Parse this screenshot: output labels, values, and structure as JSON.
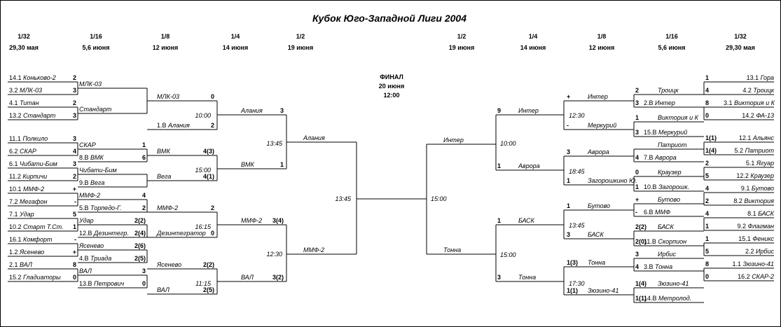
{
  "title": "Кубок Юго-Западной Лиги 2004",
  "round_headers": {
    "left": [
      {
        "round": "1/32",
        "date": "29,30 мая"
      },
      {
        "round": "1/16",
        "date": "5,6 июня"
      },
      {
        "round": "1/8",
        "date": "12 июня"
      },
      {
        "round": "1/4",
        "date": "14 июня"
      },
      {
        "round": "1/2",
        "date": "19 июня"
      }
    ],
    "right": [
      {
        "round": "1/2",
        "date": "19 июня"
      },
      {
        "round": "1/4",
        "date": "14 июня"
      },
      {
        "round": "1/8",
        "date": "12 июня"
      },
      {
        "round": "1/16",
        "date": "5,6 июня"
      },
      {
        "round": "1/32",
        "date": "29,30 мая"
      }
    ]
  },
  "final": {
    "label": "ФИНАЛ",
    "date": "20 июня",
    "time": "12:00"
  },
  "left": {
    "r32": [
      {
        "prefix": "14.1",
        "team": "Коньково-2",
        "score": "2"
      },
      {
        "prefix": "3.2",
        "team": "МЛК-03",
        "score": "3"
      },
      {
        "prefix": "4.1",
        "team": "Титан",
        "score": "2"
      },
      {
        "prefix": "13.2",
        "team": "Стандарт",
        "score": "3"
      },
      {
        "prefix": "11.1",
        "team": "Полкило",
        "score": "3"
      },
      {
        "prefix": "6.2",
        "team": "СКАР",
        "score": "4"
      },
      {
        "prefix": "6.1",
        "team": "Чибати-Бим",
        "score": "3"
      },
      {
        "prefix": "11.2",
        "team": "Кирпичи",
        "score": "2"
      },
      {
        "prefix": "10.1",
        "team": "ММФ-2",
        "score": "+"
      },
      {
        "prefix": "7.2",
        "team": "Мегафон",
        "score": "-"
      },
      {
        "prefix": "7.1",
        "team": "Удар",
        "score": "5"
      },
      {
        "prefix": "10.2",
        "team": "Старт Т.Ст.",
        "score": "1"
      },
      {
        "prefix": "16.1",
        "team": "Комфорт",
        "score": "-"
      },
      {
        "prefix": "1.2",
        "team": "Ясенево",
        "score": "+"
      },
      {
        "prefix": "2.1",
        "team": "ВАЛ",
        "score": "8"
      },
      {
        "prefix": "15.2",
        "team": "Гладиаторы",
        "score": "0"
      }
    ],
    "r16": [
      {
        "prefix": "",
        "team": "МЛК-03",
        "score": ""
      },
      {
        "prefix": "",
        "team": "Стандарт",
        "score": ""
      },
      {
        "prefix": "",
        "team": "СКАР",
        "score": "1"
      },
      {
        "prefix": "8.В",
        "team": "ВМК",
        "score": "6"
      },
      {
        "prefix": "",
        "team": "Чибати-Бим",
        "score": ""
      },
      {
        "prefix": "9.В",
        "team": "Вега",
        "score": ""
      },
      {
        "prefix": "",
        "team": "ММФ-2",
        "score": "4"
      },
      {
        "prefix": "5.В",
        "team": "Торпедо-Г.",
        "score": "2"
      },
      {
        "prefix": "",
        "team": "Удар",
        "score": "2(2)"
      },
      {
        "prefix": "12.В",
        "team": "Дезинтегр.",
        "score": "2(4)"
      },
      {
        "prefix": "",
        "team": "Ясенево",
        "score": "2(6)"
      },
      {
        "prefix": "4.В",
        "team": "Триада",
        "score": "2(5)"
      },
      {
        "prefix": "",
        "team": "ВАЛ",
        "score": "3"
      },
      {
        "prefix": "13.В",
        "team": "Петрович",
        "score": "0"
      }
    ],
    "r8": [
      {
        "prefix": "",
        "team": "МЛК-03",
        "score": "0"
      },
      {
        "prefix": "1.В",
        "team": "Алания",
        "score": "2"
      },
      {
        "prefix": "",
        "team": "ВМК",
        "score": "4(3)"
      },
      {
        "prefix": "",
        "team": "Вега",
        "score": "4(1)"
      },
      {
        "prefix": "",
        "team": "ММФ-2",
        "score": "2"
      },
      {
        "prefix": "",
        "team": "Дезинтегратор",
        "score": "0"
      },
      {
        "prefix": "",
        "team": "Ясенево",
        "score": "2(2)"
      },
      {
        "prefix": "",
        "team": "ВАЛ",
        "score": "2(5)"
      }
    ],
    "r8_times": [
      "10:00",
      "15:00",
      "16:15",
      "11:15"
    ],
    "qf": [
      {
        "team": "Алания",
        "score": "3"
      },
      {
        "team": "ВМК",
        "score": "1"
      },
      {
        "team": "ММФ-2",
        "score": "3(4)"
      },
      {
        "team": "ВАЛ",
        "score": "3(2)"
      }
    ],
    "qf_times": [
      "13:45",
      "12:30"
    ],
    "sf": [
      {
        "team": "Алания"
      },
      {
        "team": "ММФ-2"
      }
    ],
    "sf_time": "13:45"
  },
  "right": {
    "r32": [
      {
        "score": "1",
        "prefix": "13.1",
        "team": "Гора"
      },
      {
        "score": "4",
        "prefix": "4.2",
        "team": "Троицк"
      },
      {
        "score": "8",
        "prefix": "3.1",
        "team": "Виктория и К"
      },
      {
        "score": "0",
        "prefix": "14.2",
        "team": "ФА-13"
      },
      {
        "score": "1(1)",
        "prefix": "12.1",
        "team": "Альянс"
      },
      {
        "score": "1(4)",
        "prefix": "5.2",
        "team": "Патриот"
      },
      {
        "score": "2",
        "prefix": "5.1",
        "team": "Ягуар"
      },
      {
        "score": "5",
        "prefix": "12.2",
        "team": "Краузер"
      },
      {
        "score": "4",
        "prefix": "9.1",
        "team": "Бутово"
      },
      {
        "score": "2",
        "prefix": "8.2",
        "team": "Виктория"
      },
      {
        "score": "4",
        "prefix": "8.1",
        "team": "БАСК"
      },
      {
        "score": "1",
        "prefix": "9.2",
        "team": "Флагман"
      },
      {
        "score": "1",
        "prefix": "15.1",
        "team": "Феникс"
      },
      {
        "score": "5",
        "prefix": "2.2",
        "team": "Ирбис"
      },
      {
        "score": "8",
        "prefix": "1.1",
        "team": "Зюзино-41"
      },
      {
        "score": "0",
        "prefix": "16.2",
        "team": "СКАР-2"
      }
    ],
    "r16": [
      {
        "score": "2",
        "prefix": "",
        "team": "Троицк"
      },
      {
        "score": "3",
        "prefix": "2.В",
        "team": "Интер"
      },
      {
        "score": "1",
        "prefix": "",
        "team": "Виктория и К"
      },
      {
        "score": "3",
        "prefix": "15.В",
        "team": "Меркурий"
      },
      {
        "score": "",
        "prefix": "",
        "team": "Патриот"
      },
      {
        "score": "4",
        "prefix": "7.В",
        "team": "Аврора"
      },
      {
        "score": "0",
        "prefix": "",
        "team": "Краузер"
      },
      {
        "score": "1",
        "prefix": "10.В",
        "team": "Загорошк."
      },
      {
        "score": "+",
        "prefix": "",
        "team": "Бутово"
      },
      {
        "score": "-",
        "prefix": "6.В",
        "team": "ММФ"
      },
      {
        "score": "2(2)",
        "prefix": "",
        "team": "БАСК"
      },
      {
        "score": "2(0)",
        "prefix": "11.В",
        "team": "Скорпион"
      },
      {
        "score": "3",
        "prefix": "",
        "team": "Ирбис"
      },
      {
        "score": "4",
        "prefix": "3.В",
        "team": "Тонна"
      },
      {
        "score": "1(4)",
        "prefix": "",
        "team": "Зюзино-41"
      },
      {
        "score": "1(1)",
        "prefix": "14.В",
        "team": "Метролод."
      }
    ],
    "r8": [
      {
        "score": "+",
        "team": "Интер"
      },
      {
        "score": "-",
        "team": "Меркурий"
      },
      {
        "score": "3",
        "team": "Аврора"
      },
      {
        "score": "1",
        "team": "Загорошкино Ю."
      },
      {
        "score": "1",
        "team": "Бутово"
      },
      {
        "score": "3",
        "team": "БАСК"
      },
      {
        "score": "1(3)",
        "team": "Тонна"
      },
      {
        "score": "1(1)",
        "team": "Зюзино-41"
      }
    ],
    "r8_times": [
      "12:30",
      "18:45",
      "13:45",
      "17:30"
    ],
    "qf": [
      {
        "score": "9",
        "team": "Интер"
      },
      {
        "score": "1",
        "team": "Аврора"
      },
      {
        "score": "1",
        "team": "БАСК"
      },
      {
        "score": "3",
        "team": "Тонна"
      }
    ],
    "qf_times": [
      "10:00",
      "15:00"
    ],
    "sf": [
      {
        "team": "Интер"
      },
      {
        "team": "Тонна"
      }
    ],
    "sf_time": "15:00"
  }
}
